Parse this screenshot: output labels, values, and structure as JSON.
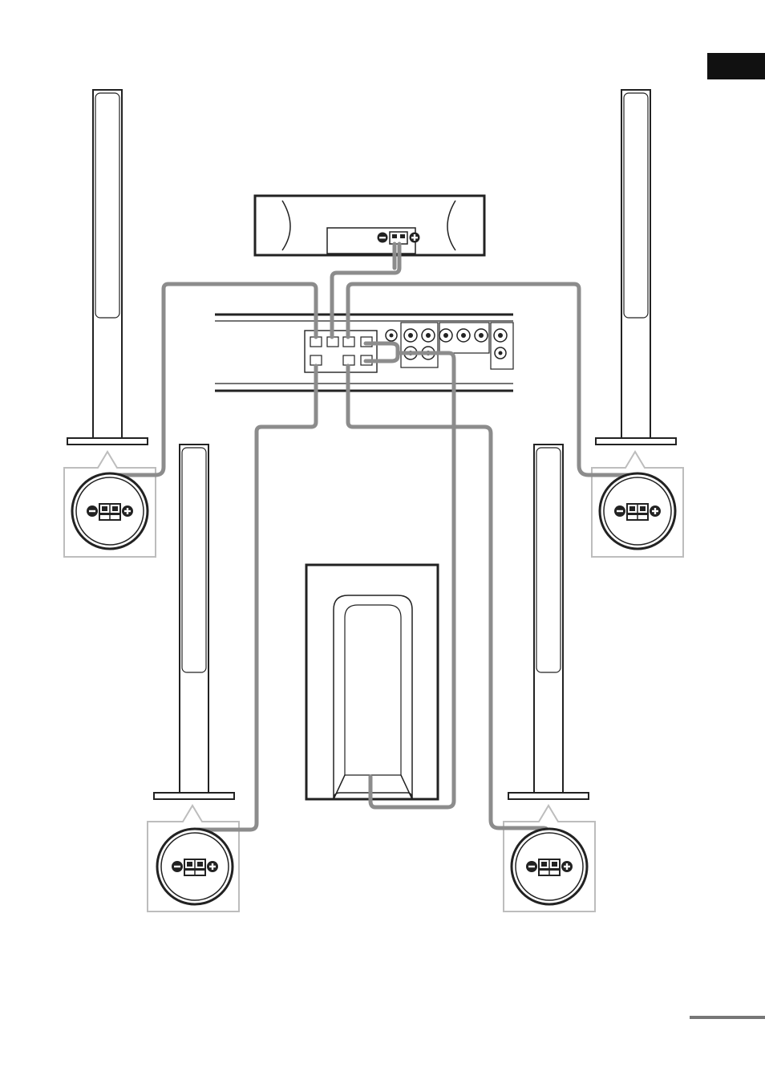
{
  "page": {
    "background": "#ffffff",
    "language_tab_color": "#111111",
    "continued_rule_color": "#777777"
  },
  "diagram": {
    "line_color": "#222222",
    "cable_color": "#8c8c8c",
    "callout_border_color": "#bdbdbd",
    "speakers": [
      {
        "id": "front-left",
        "kind": "tall-tower"
      },
      {
        "id": "front-right",
        "kind": "tall-tower"
      },
      {
        "id": "surround-left",
        "kind": "tall-tower"
      },
      {
        "id": "surround-right",
        "kind": "tall-tower"
      },
      {
        "id": "center",
        "kind": "center-speaker"
      },
      {
        "id": "subwoofer",
        "kind": "subwoofer"
      }
    ],
    "terminal_icons": [
      "minus-icon",
      "plus-icon"
    ]
  }
}
